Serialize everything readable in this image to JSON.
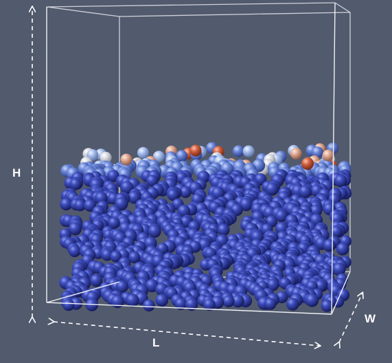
{
  "labels": {
    "height": "H",
    "length": "L",
    "width": "W"
  },
  "colors": {
    "background": "#525a6d",
    "box_outline": "#e6e8ee",
    "particle_dark": "#27318f",
    "particle_mid": "#3f4fbf",
    "particle_light": "#7f9de0",
    "particle_white": "#dcdde2",
    "particle_warm": "#d79a86",
    "particle_hot": "#c9553a",
    "arrow": "#ffffff"
  }
}
